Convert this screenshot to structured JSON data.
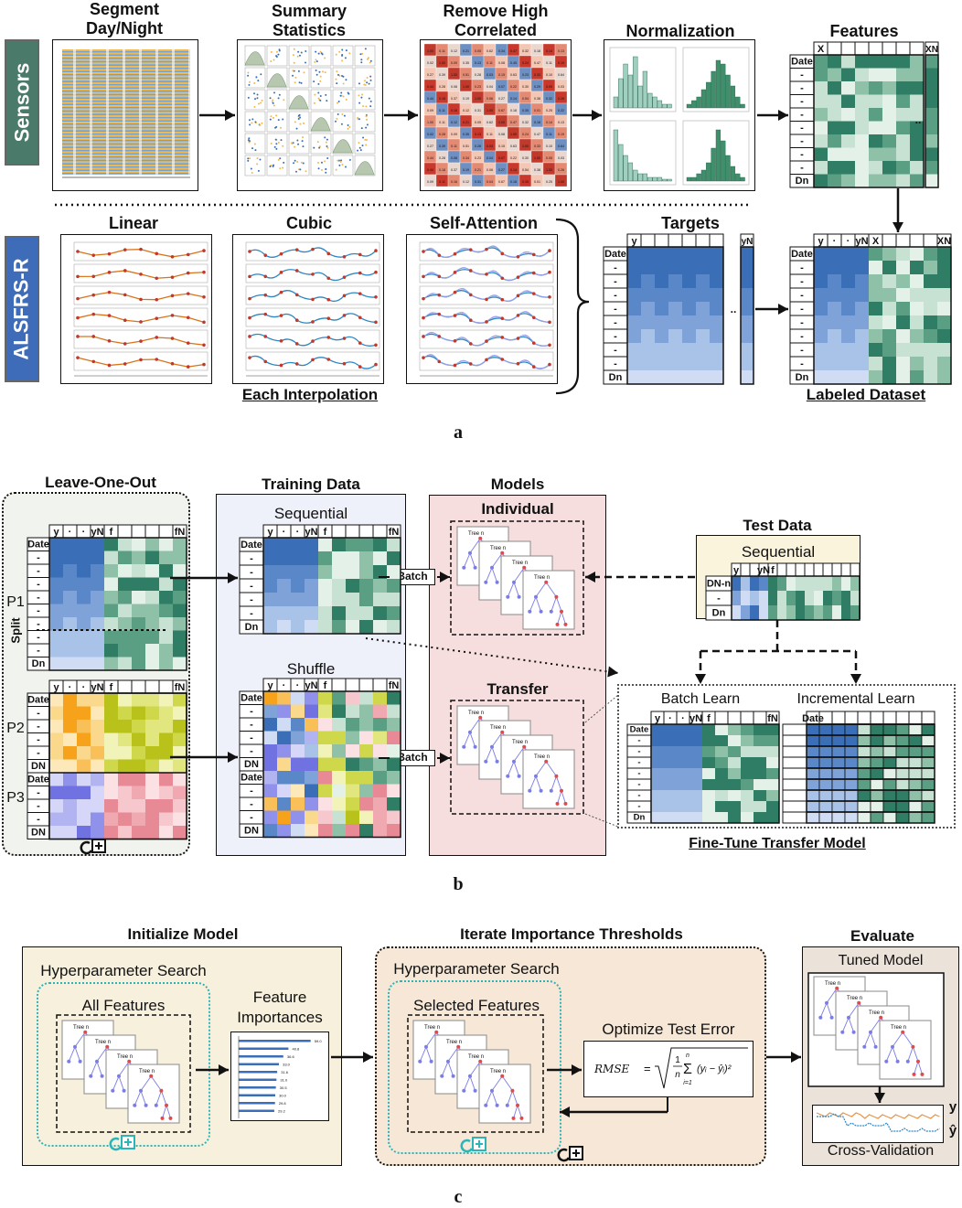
{
  "panel_a": {
    "label": "a",
    "side_sensors": "Sensors",
    "side_alsfrs": "ALSFRS-R",
    "step_segment": "Segment\nDay/Night",
    "step_summary": "Summary\nStatistics",
    "step_remove": "Remove High\nCorrelated",
    "step_normalization": "Normalization",
    "step_features": "Features",
    "interp_linear": "Linear",
    "interp_cubic": "Cubic",
    "interp_self_attention": "Self-Attention",
    "each_interpolation": "Each Interpolation",
    "targets": "Targets",
    "labeled_dataset": "Labeled Dataset",
    "header_date": "Date",
    "header_y": "y",
    "header_x": "X",
    "header_yN": "yN",
    "header_xN": "XN",
    "header_dn": "Dn",
    "dash": "-",
    "dot": "·",
    "ellipsis": "..",
    "corr_values": [
      "1.00",
      "0.11",
      "0.12",
      "0.21",
      "0.05",
      "0.62",
      "0.34",
      "0.47",
      "0.32",
      "0.18",
      "0.14",
      "0.13",
      "0.02",
      "0.28",
      "0.09",
      "0.35",
      "0.13",
      "0.11",
      "0.08",
      "0.45",
      "0.24",
      "0.47",
      "0.11",
      "0.19",
      "0.27",
      "0.39",
      "0.11",
      "0.51",
      "0.28",
      "0.03",
      "0.15",
      "0.63",
      "0.23",
      "0.33",
      "0.10",
      "0.64",
      "0.44",
      "0.28",
      "0.08",
      "0.34",
      "0.23",
      "0.04",
      "0.07",
      "0.22",
      "0.30",
      "0.29",
      "0.05",
      "0.03",
      "0.44",
      "0.18",
      "0.37",
      "0.19",
      "0.21",
      "0.06",
      "0.27",
      "0.14",
      "0.54",
      "0.38",
      "0.32",
      "0.26",
      "0.09",
      "0.11",
      "0.16",
      "0.12",
      "0.31",
      "0.04",
      "0.67",
      "0.18",
      "0.35",
      "0.01",
      "0.25",
      "0.22"
    ]
  },
  "panel_b": {
    "label": "b",
    "leave_one_out": "Leave-One-Out",
    "training_data": "Training Data",
    "models": "Models",
    "test_data": "Test Data",
    "sequential": "Sequential",
    "shuffle": "Shuffle",
    "individual": "Individual",
    "transfer": "Transfer",
    "batch": "Batch",
    "batch_learn": "Batch Learn",
    "incremental_learn": "Incremental Learn",
    "fine_tune": "Fine-Tune Transfer Model",
    "split": "Split",
    "p1": "P1",
    "p2": "P2",
    "p3": "P3",
    "header_f": "f",
    "header_fN": "fN",
    "header_DN": "DN",
    "header_DNn": "DN-n",
    "tree": "Tree n"
  },
  "panel_c": {
    "label": "c",
    "initialize_model": "Initialize Model",
    "iterate_thresholds": "Iterate Importance Thresholds",
    "evaluate": "Evaluate",
    "hyper_search": "Hyperparameter Search",
    "all_features": "All Features",
    "selected_features": "Selected Features",
    "feature_importances": "Feature\nImportances",
    "optimize_test_error": "Optimize Test Error",
    "tuned_model": "Tuned Model",
    "cross_validation": "Cross-Validation",
    "y_label": "y",
    "yhat_label": "ŷ",
    "rmse": "RMSE",
    "importance_values": [
      "59.0",
      "40.8",
      "36.6",
      "33.0",
      "31.6",
      "31.0",
      "30.5",
      "30.0",
      "29.8",
      "29.2"
    ],
    "colors": {
      "teal": "#2bb5b8",
      "blue": "#3a6fb8",
      "green": "#2e7d64",
      "cream": "#f7f0dd",
      "peach": "#f5e6d6"
    }
  }
}
